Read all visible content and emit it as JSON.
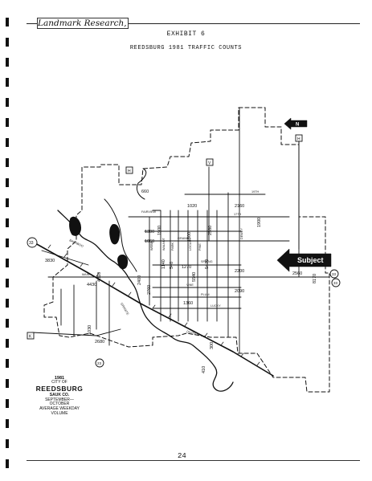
{
  "header": {
    "company": "Landmark Research, Inc.",
    "exhibit": "EXHIBIT 6",
    "subtitle": "REEDSBURG 1981 TRAFFIC COUNTS"
  },
  "map": {
    "north_label": "N",
    "subject_label": "Subject",
    "route_shields": {
      "h": "H",
      "v": "V",
      "k": "K",
      "r23": "23",
      "r33a": "33",
      "r33b": "33",
      "r33c": "33",
      "h2": "H"
    },
    "traffic_counts": {
      "c1020": "1020",
      "c2160": "2160",
      "c1900": "1900",
      "c2560_east": "2560",
      "c3830": "3830",
      "c1300": "1300",
      "c1060": "1060",
      "c1900b": "1900",
      "c2580": "2580",
      "c2200": "2200",
      "c1140": "1140",
      "c540": "540",
      "c1270": "1270",
      "c5470": "5470",
      "c5540": "5540",
      "c2090": "2090",
      "c1360": "1360",
      "c4810": "4810",
      "c2400": "2400",
      "c2760": "2760",
      "c4430": "4430",
      "c2680": "2680",
      "c1030": "1030",
      "c300": "300",
      "c410": "410",
      "c8170": "8170",
      "c660": "660",
      "c1500": "1500"
    },
    "street_labels": {
      "s19th": "19TH",
      "s17th": "17TH",
      "sgrand": "GRAND",
      "smain": "MAIN",
      "svine": "VINE",
      "splum": "PLUM",
      "slucky": "LUCKY",
      "sspring": "SPRING",
      "sfairview": "FAIRVIEW",
      "swalnut": "WALNUT",
      "spark": "PARK",
      "slocust": "LOCUST",
      "spine": "PINE",
      "swebb": "WEBB",
      "sdewey": "DEWEY",
      "sgranite": "GRANITE",
      "sbaraboo": "BARABOO",
      "sdivision": "DIVISION"
    }
  },
  "legend": {
    "year": "1981",
    "city_of": "CITY OF",
    "city": "REEDSBURG",
    "county": "SAUK CO.",
    "period": "SEPTEMBER—OCTOBER",
    "measure": "AVERAGE WEEKDAY VOLUME"
  },
  "footer": {
    "page_number": "24"
  }
}
